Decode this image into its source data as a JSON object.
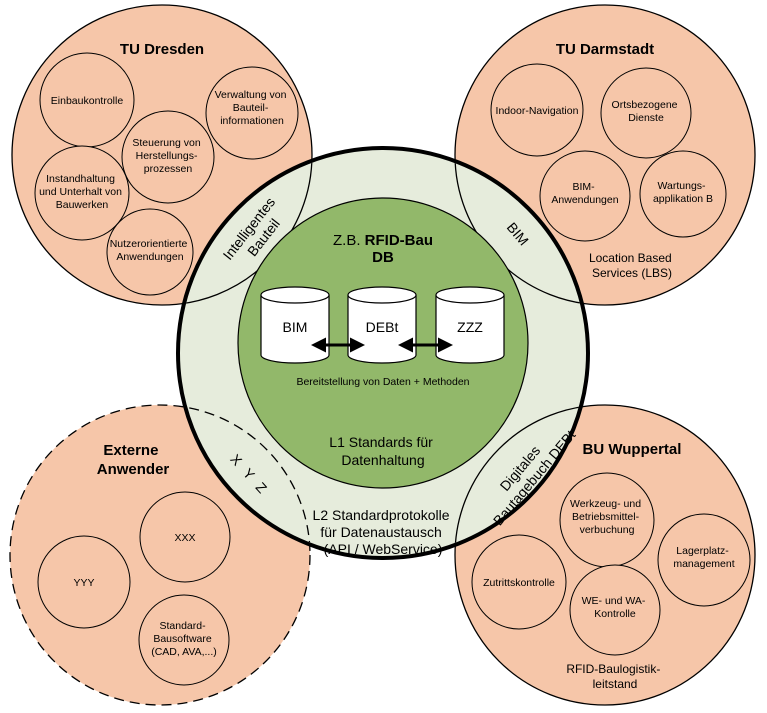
{
  "center": {
    "title_prefix": "Z.B.",
    "title_bold": "RFID-Bau",
    "title_line2": "DB",
    "databases": [
      "BIM",
      "DEBt",
      "ZZZ"
    ],
    "caption": "Bereitstellung von Daten + Methoden",
    "l1": [
      "L1 Standards für",
      "Datenhaltung"
    ],
    "l2": [
      "L2 Standardprotokolle",
      "für Datenaustausch",
      "(API / WebService)"
    ]
  },
  "ring_labels": {
    "top_left": [
      "Intelligentes",
      "Bauteil"
    ],
    "top_right": "BIM",
    "bottom_left": "X Y Z",
    "bottom_right": [
      "Digitales",
      "Bautagebuch DEBt"
    ]
  },
  "tu_dresden": {
    "title": "TU Dresden",
    "items": [
      [
        "Einbaukontrolle"
      ],
      [
        "Verwaltung von",
        "Bauteil-",
        "informationen"
      ],
      [
        "Steuerung von",
        "Herstellungs-",
        "prozessen"
      ],
      [
        "Instandhaltung",
        "und Unterhalt von",
        "Bauwerken"
      ],
      [
        "Nutzerorientierte",
        "Anwendungen"
      ]
    ]
  },
  "tu_darmstadt": {
    "title": "TU Darmstadt",
    "items": [
      [
        "Indoor-Navigation"
      ],
      [
        "Ortsbezogene",
        "Dienste"
      ],
      [
        "BIM-",
        "Anwendungen"
      ],
      [
        "Wartungs-",
        "applikation B"
      ]
    ],
    "footer": [
      "Location Based",
      "Services (LBS)"
    ]
  },
  "externe": {
    "title": [
      "Externe",
      "Anwender"
    ],
    "items": [
      [
        "XXX"
      ],
      [
        "YYY"
      ],
      [
        "Standard-",
        "Bausoftware",
        "(CAD, AVA,...)"
      ]
    ]
  },
  "bu_wuppertal": {
    "title": "BU Wuppertal",
    "items": [
      [
        "Werkzeug- und",
        "Betriebsmittel-",
        "verbuchung"
      ],
      [
        "Lagerplatz-",
        "management"
      ],
      [
        "Zutrittskontrolle"
      ],
      [
        "WE- und WA-",
        "Kontrolle"
      ]
    ],
    "footer": [
      "RFID-Baulogistik-",
      "leitstand"
    ]
  }
}
